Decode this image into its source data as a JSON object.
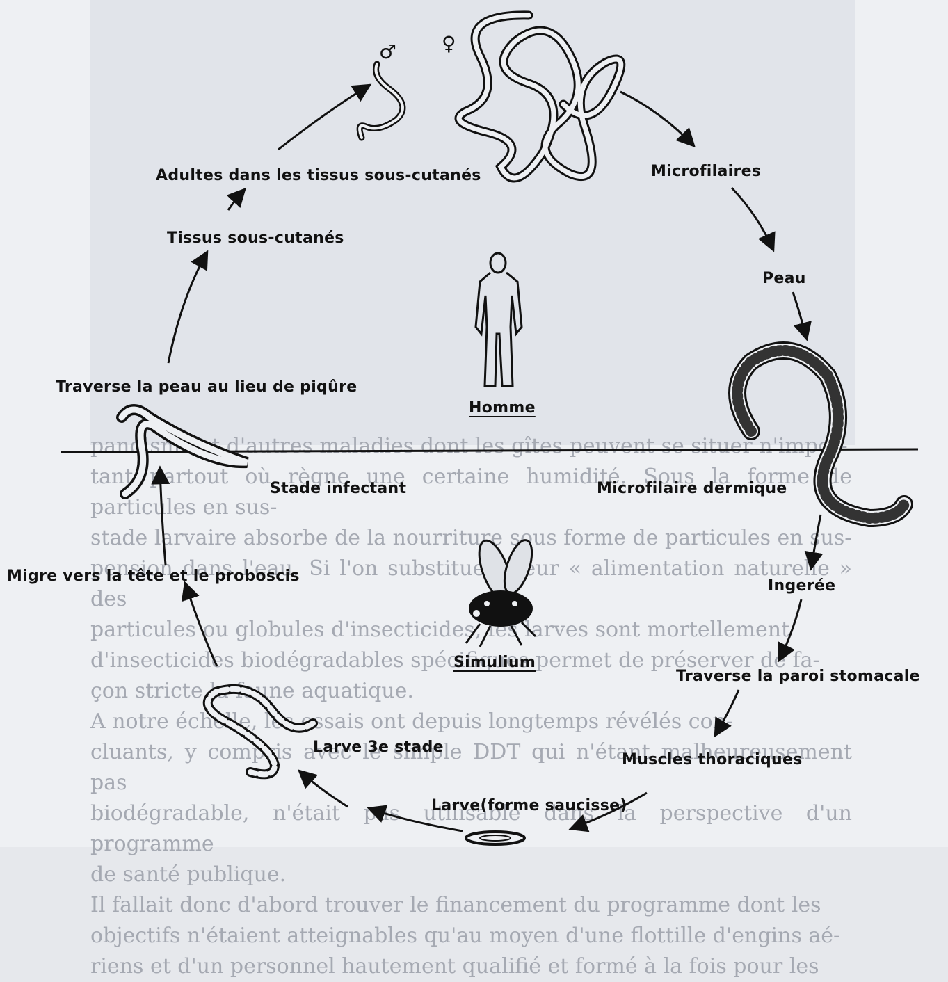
{
  "colors": {
    "ink": "#111111",
    "paper": "#eef0f3",
    "page_shade": "#e1e4ea",
    "bleed_text": "#a5a9b2"
  },
  "symbols": {
    "male": "♂",
    "female": "♀"
  },
  "labels": {
    "adultes": "Adultes dans les tissus sous-cutanés",
    "microfilaires": "Microfilaires",
    "tissus": "Tissus sous-cutanés",
    "peau": "Peau",
    "traverse_peau": "Traverse la peau au lieu de piqûre",
    "homme": "Homme",
    "stade_infectant": "Stade infectant",
    "microfilaire_dermique": "Microfilaire dermique",
    "migre": "Migre vers la tête et le proboscis",
    "ingeree": "Ingerée",
    "simulium": "Simulium",
    "traverse_paroi": "Traverse la paroi stomacale",
    "larve3": "Larve 3e stade",
    "muscles": "Muscles thoraciques",
    "larve_saucisse": "Larve(forme saucisse)"
  },
  "background_text": [
    "pandisme et d'autres maladies dont les gîtes peuvent se situer n'impor-",
    "tant partout où règne une certaine humidité. Sous la forme de particules en sus-",
    "stade larvaire absorbe de la nourriture sous forme de particules en sus-",
    "pension dans l'eau. Si l'on substitue à leur « alimentation naturelle » des",
    "particules ou globules d'insecticides, les larves sont mortellement",
    "d'insecticides biodégradables spécifiques permet de préserver de fa-",
    "çon stricte la faune aquatique.",
    "A notre échelle, les essais ont depuis longtemps révélés con-",
    "cluants, y compris avec le simple DDT qui n'étant malheureusement pas",
    "biodégradable, n'était pas utilisable dans la perspective d'un programme",
    "de santé publique.",
    "Il fallait donc d'abord trouver le financement du programme dont les",
    "objectifs n'étaient atteignables qu'au moyen d'une flottille d'engins aé-",
    "riens et d'un personnel hautement qualifié et formé à la fois pour les"
  ]
}
